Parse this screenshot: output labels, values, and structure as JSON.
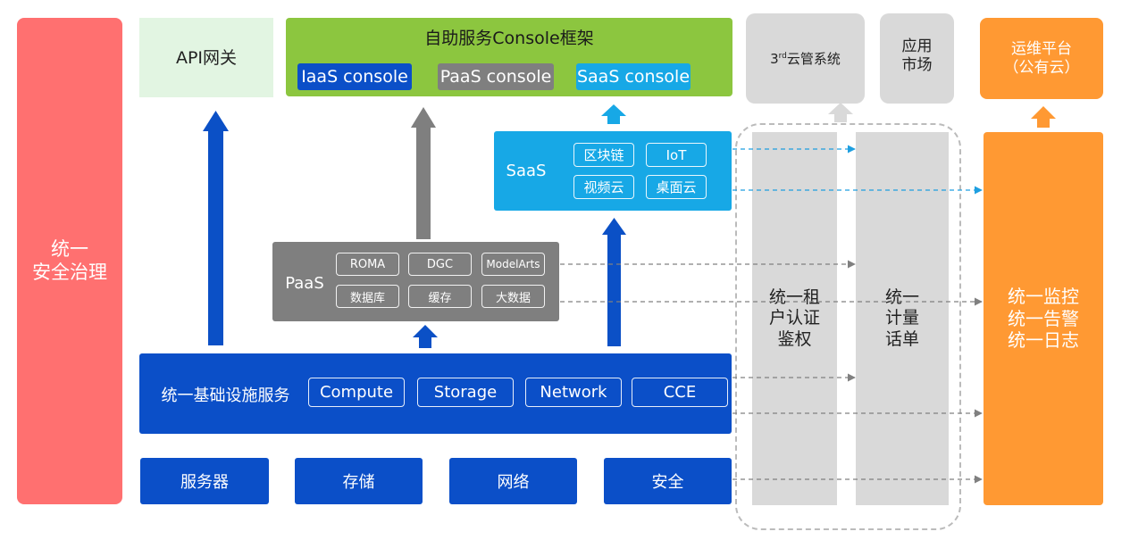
{
  "colors": {
    "security_red": "#FF7070",
    "api_gateway_green": "#E2F5E2",
    "console_green": "#8CC63F",
    "iaas_blue": "#0B4FC8",
    "paas_gray": "#7F7F7F",
    "saas_cyan": "#17A8E6",
    "light_gray": "#D9D9D9",
    "ops_orange": "#FF9933",
    "arrow_blue": "#0B50C6",
    "arrow_gray": "#7F7F7F",
    "dash_blue": "#1E9FE0",
    "dash_gray": "#808080"
  },
  "left": {
    "security": "统一\n安全治理"
  },
  "top": {
    "api_gateway": "API网关",
    "console_frame": {
      "title": "自助服务Console框架",
      "iaas": "IaaS console",
      "paas": "PaaS console",
      "saas": "SaaS console"
    },
    "third_party": {
      "prefix": "3",
      "sup": "rd",
      "suffix": "云管系统"
    },
    "app_market": "应用\n市场",
    "ops_platform": "运维平台\n（公有云）"
  },
  "saas": {
    "label": "SaaS",
    "items": [
      "区块链",
      "IoT",
      "视频云",
      "桌面云"
    ]
  },
  "paas": {
    "label": "PaaS",
    "items": [
      "ROMA",
      "DGC",
      "ModelArts",
      "数据库",
      "缓存",
      "大数据"
    ]
  },
  "iaas": {
    "label": "统一基础设施服务",
    "items": [
      "Compute",
      "Storage",
      "Network",
      "CCE"
    ]
  },
  "hardware": [
    "服务器",
    "存储",
    "网络",
    "安全"
  ],
  "side": {
    "tenant_auth": "统一租\n户认证\n鉴权",
    "billing": "统一\n计量\n话单",
    "monitoring": "统一监控\n统一告警\n统一日志"
  }
}
